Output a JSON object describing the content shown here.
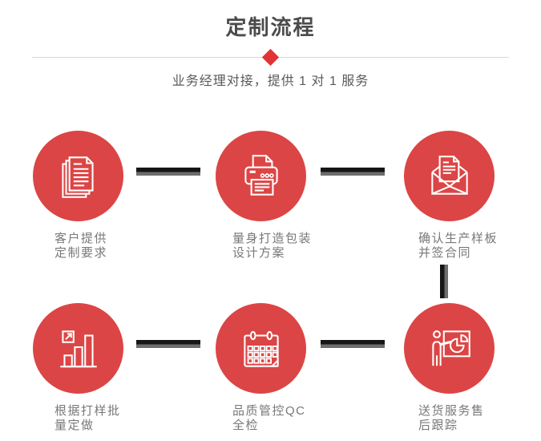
{
  "header": {
    "title": "定制流程",
    "subtitle": "业务经理对接，提供 1 对 1 服务"
  },
  "steps": [
    {
      "id": "customer-requirements",
      "icon": "documents-stack-icon",
      "label_line1": "客户提供",
      "label_line2": "定制要求"
    },
    {
      "id": "packaging-design",
      "icon": "printer-icon",
      "label_line1": "量身打造包装",
      "label_line2": "设计方案"
    },
    {
      "id": "confirm-sample-contract",
      "icon": "open-envelope-letter-icon",
      "label_line1": "确认生产样板",
      "label_line2": "并签合同"
    },
    {
      "id": "batch-production",
      "icon": "growth-bar-chart-icon",
      "label_line1": "根据打样批",
      "label_line2": "量定做"
    },
    {
      "id": "quality-inspection",
      "icon": "calendar-icon",
      "label_line1": "品质管控QC",
      "label_line2": "全检"
    },
    {
      "id": "delivery-after-sales",
      "icon": "presenter-pie-chart-icon",
      "label_line1": "送货服务售",
      "label_line2": "后跟踪"
    }
  ],
  "colors": {
    "circle_red": "#DC4545",
    "diamond_red": "#E23434",
    "connector_dark": "#151515",
    "connector_gray": "#6D6D6D",
    "title_text": "#4B4B4B",
    "subtitle_text": "#595959",
    "label_text": "#787878",
    "divider_line": "#D9D9D9"
  }
}
